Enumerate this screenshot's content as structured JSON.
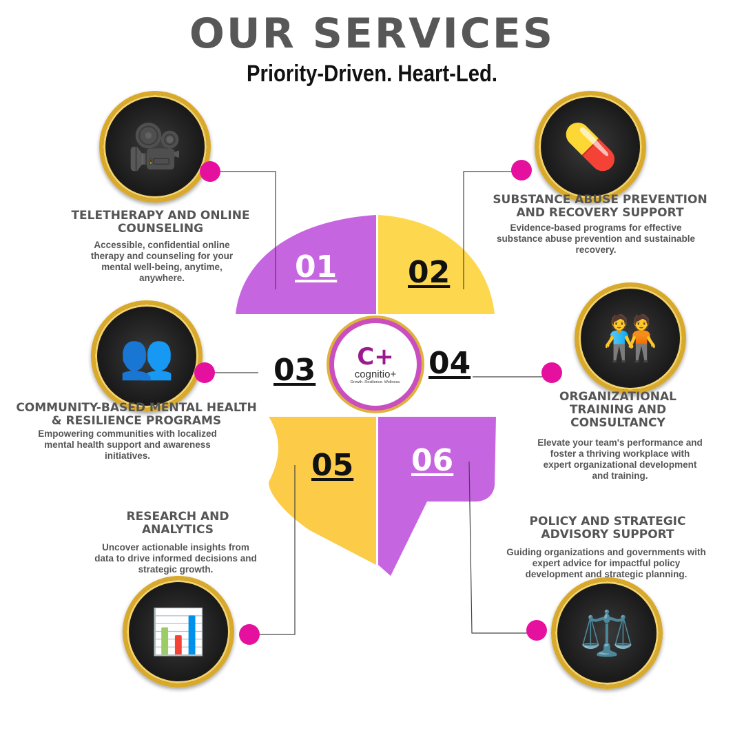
{
  "header": {
    "title": "OUR SERVICES",
    "subtitle": "Priority-Driven. Heart-Led."
  },
  "logo": {
    "name": "cognitio+",
    "tagline": "Growth. Resilience. Wellness.",
    "mark": "C+"
  },
  "services": [
    {
      "number": "01",
      "title": "TELETHERAPY AND ONLINE COUNSELING",
      "description": "Accessible, confidential online therapy and counseling for your mental well-being, anytime, anywhere.",
      "icon": "video-chat-icon"
    },
    {
      "number": "02",
      "title": "SUBSTANCE ABUSE PREVENTION AND RECOVERY SUPPORT",
      "description": "Evidence-based programs for effective substance abuse prevention and sustainable recovery.",
      "icon": "pills-syringe-icon"
    },
    {
      "number": "03",
      "title": "COMMUNITY-BASED MENTAL HEALTH & RESILIENCE PROGRAMS",
      "description": "Empowering communities with localized mental health support and awareness initiatives.",
      "icon": "community-chat-icon"
    },
    {
      "number": "04",
      "title": "ORGANIZATIONAL TRAINING AND CONSULTANCY",
      "description": "Elevate your team's performance and foster a thriving workplace with expert organizational development and training.",
      "icon": "team-training-icon"
    },
    {
      "number": "05",
      "title": "RESEARCH AND ANALYTICS",
      "description": "Uncover actionable insights from data to drive informed decisions and strategic growth.",
      "icon": "analytics-dashboard-icon"
    },
    {
      "number": "06",
      "title": "POLICY AND STRATEGIC ADVISORY SUPPORT",
      "description": "Guiding organizations and governments with expert advice for impactful policy development and strategic planning.",
      "icon": "law-book-icon"
    }
  ],
  "colors": {
    "purple": "#c665e0",
    "yellow": "#fdd84e",
    "yellow2": "#fccb47",
    "pink": "#e6109f",
    "text": "#555555"
  }
}
